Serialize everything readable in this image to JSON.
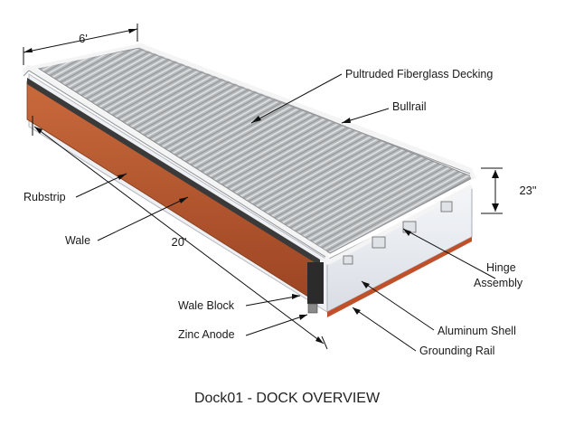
{
  "dimensions": {
    "width": "6'",
    "length": "20'",
    "height": "23\""
  },
  "labels": {
    "decking": "Pultruded Fiberglass Decking",
    "bullrail": "Bullrail",
    "rubstrip": "Rubstrip",
    "wale": "Wale",
    "hinge_line1": "Hinge",
    "hinge_line2": "Assembly",
    "wale_block": "Wale Block",
    "zinc_anode": "Zinc Anode",
    "aluminum_shell": "Aluminum Shell",
    "grounding_rail": "Grounding Rail"
  },
  "caption": "Dock01 - DOCK OVERVIEW",
  "colors": {
    "wale": "#b5562e",
    "decking": "#b9bcbe",
    "shell": "#e8ebf0",
    "bullrail": "#f2f2f2",
    "grounding_rail": "#c0502a"
  }
}
